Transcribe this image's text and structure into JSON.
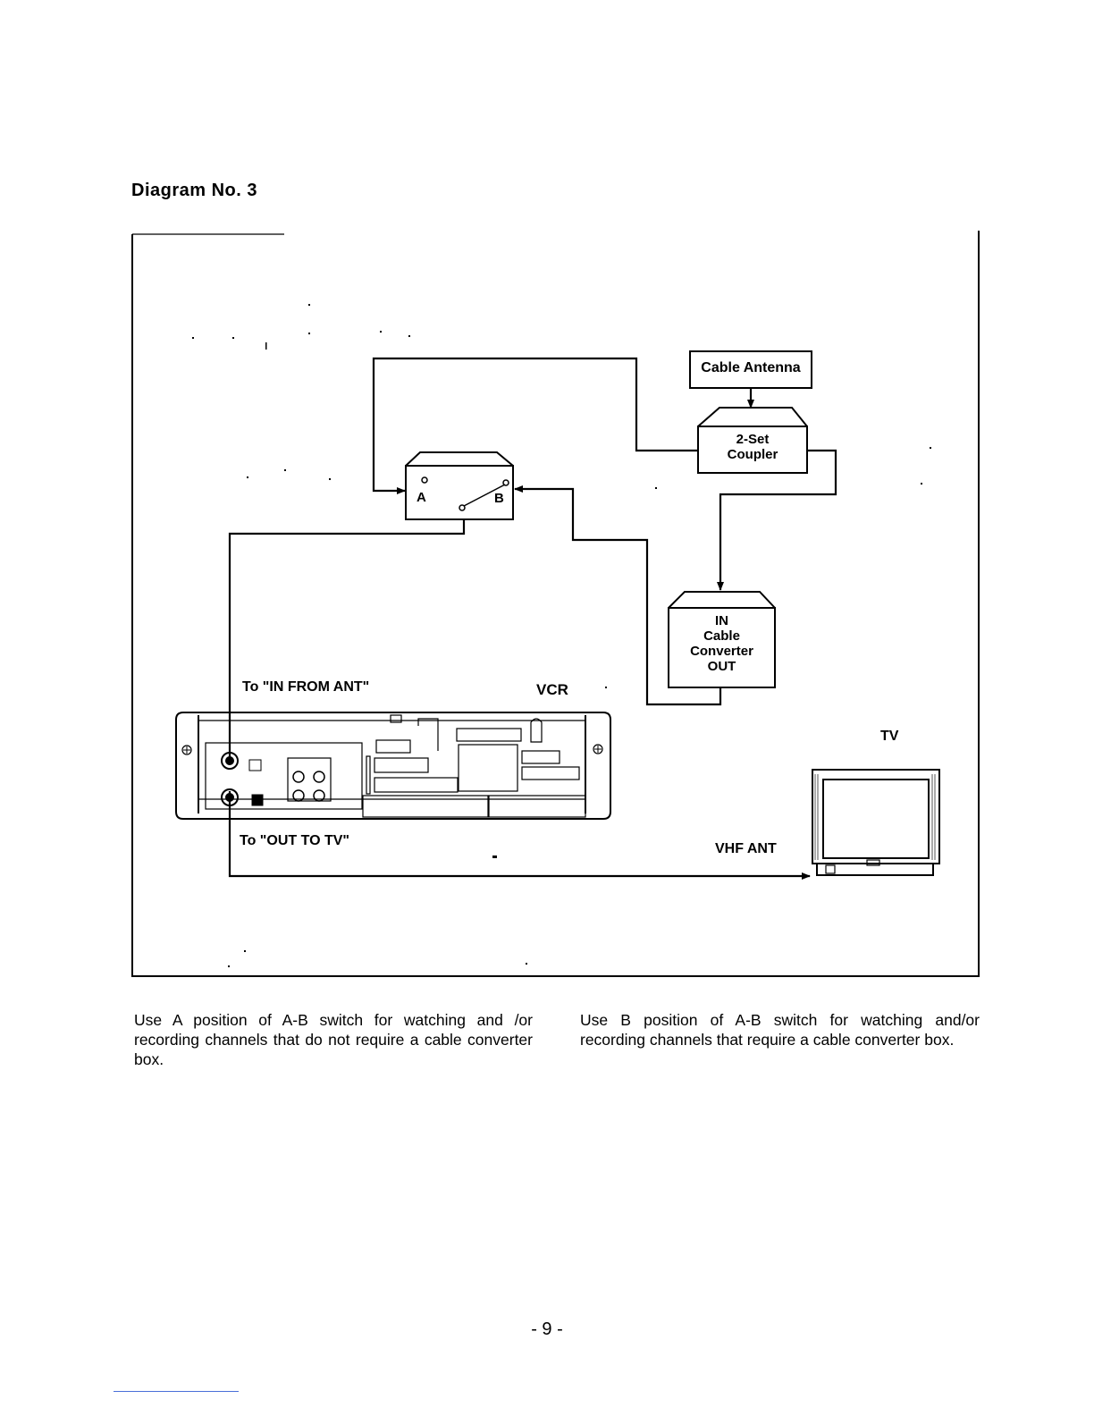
{
  "page": {
    "title": "Diagram No. 3",
    "page_number": "- 9 -"
  },
  "diagram": {
    "nodes": {
      "cable_antenna": "Cable Antenna",
      "coupler_line1": "2-Set",
      "coupler_line2": "Coupler",
      "converter_in": "IN",
      "converter_line1": "Cable",
      "converter_line2": "Converter",
      "converter_out": "OUT",
      "switch_a": "A",
      "switch_b": "B",
      "vcr": "VCR",
      "tv": "TV"
    },
    "labels": {
      "in_from_ant": "To \"IN FROM ANT\"",
      "out_to_tv": "To \"OUT TO TV\"",
      "vhf_ant": "VHF ANT"
    }
  },
  "captions": {
    "left": "Use A position of A-B switch for watching and /or recording channels that do not require a cable converter box.",
    "right": "Use B position of A-B switch for watching and/or recording channels that require a cable converter box."
  },
  "icons": [
    "vcr-rear-panel-icon",
    "tv-icon",
    "ab-switch-icon",
    "arrow-icon"
  ],
  "colors": {
    "ink": "#000000",
    "footer_rule": "#4a6fd8"
  }
}
